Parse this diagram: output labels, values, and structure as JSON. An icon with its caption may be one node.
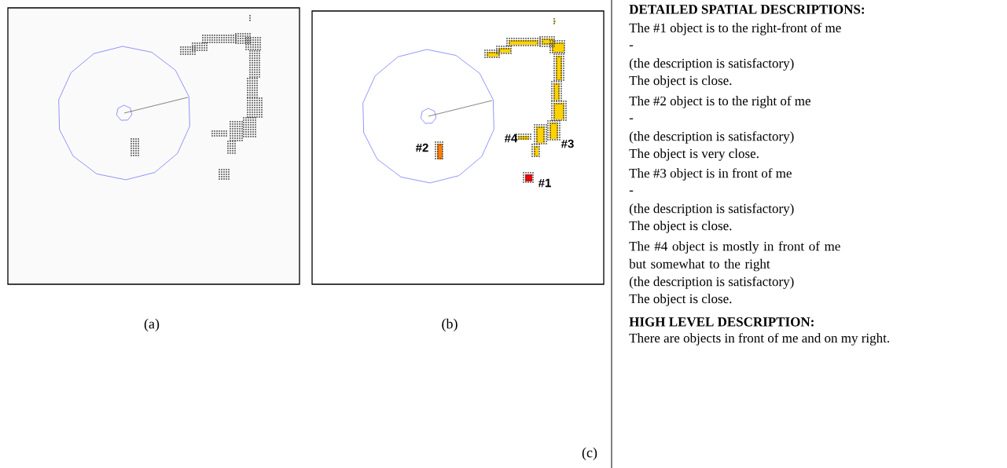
{
  "diagram": {
    "labels": [
      "#4",
      "#2",
      "#3",
      "#1",
      "(a)",
      "(b)",
      "DETAILED SPATIAL DESCRIPTIONS:",
      "The #1 object is to the right-front of me",
      "-",
      "(the description is satisfactory)",
      "The object is close.",
      "The #2 object is to the right of me",
      "-",
      "(the description is satisfactory)",
      "The object is very close.",
      "The #3 object is in front of me",
      "-",
      "(the description is satisfactory)",
      "The object is close.",
      "The #4 object is mostly in front of me but somewhat to the right",
      "(the description is satisfactory)",
      "The object is close.",
      "HIGH LEVEL DESCRIPTION:",
      "There are objects in front of me and on my right.",
      "(c)"
    ]
  }
}
